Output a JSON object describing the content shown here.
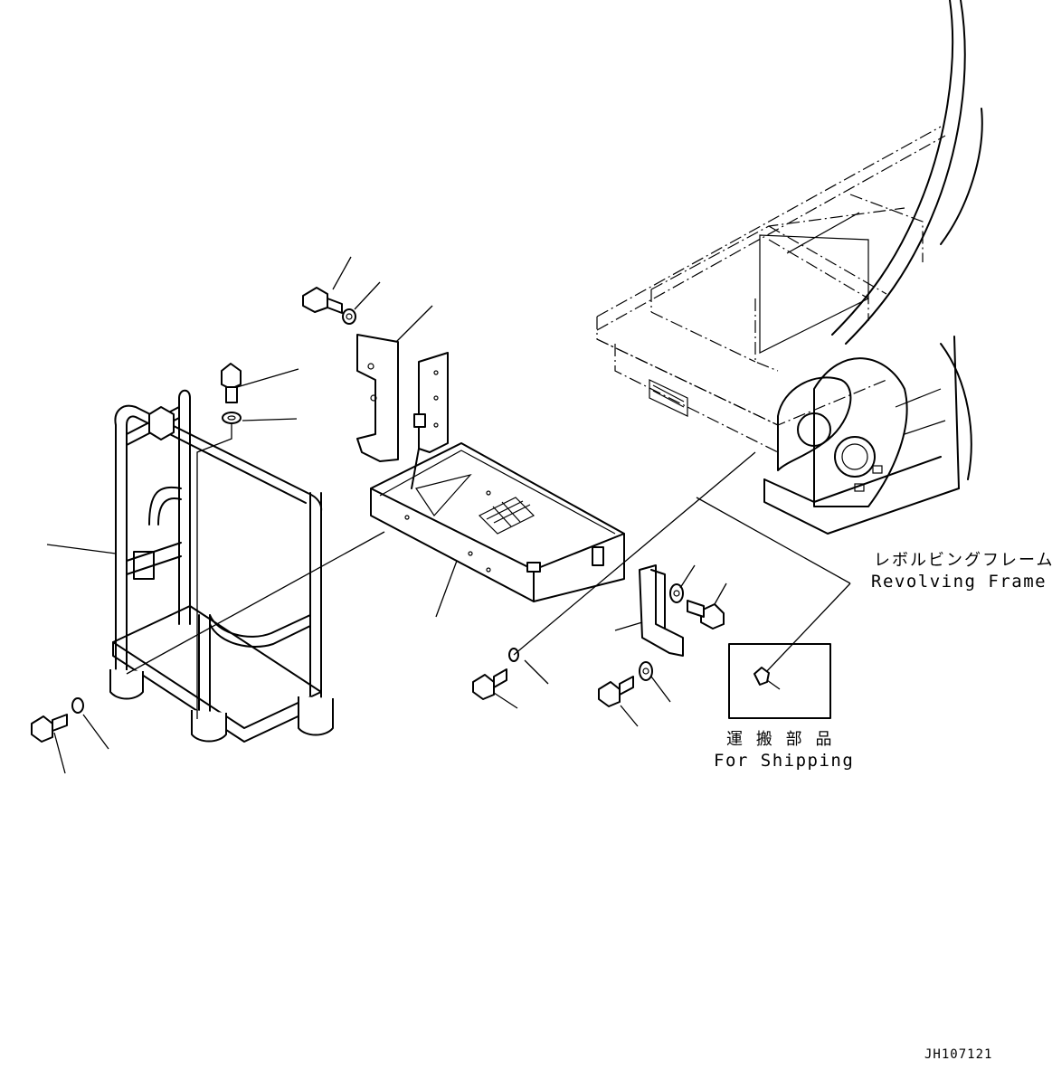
{
  "labels": {
    "revolving_frame_jp": "レボルビングフレーム",
    "revolving_frame_en": "Revolving Frame",
    "shipping_jp": "運 搬 部 品",
    "shipping_en": "For Shipping",
    "drawing_code": "JH107121"
  }
}
